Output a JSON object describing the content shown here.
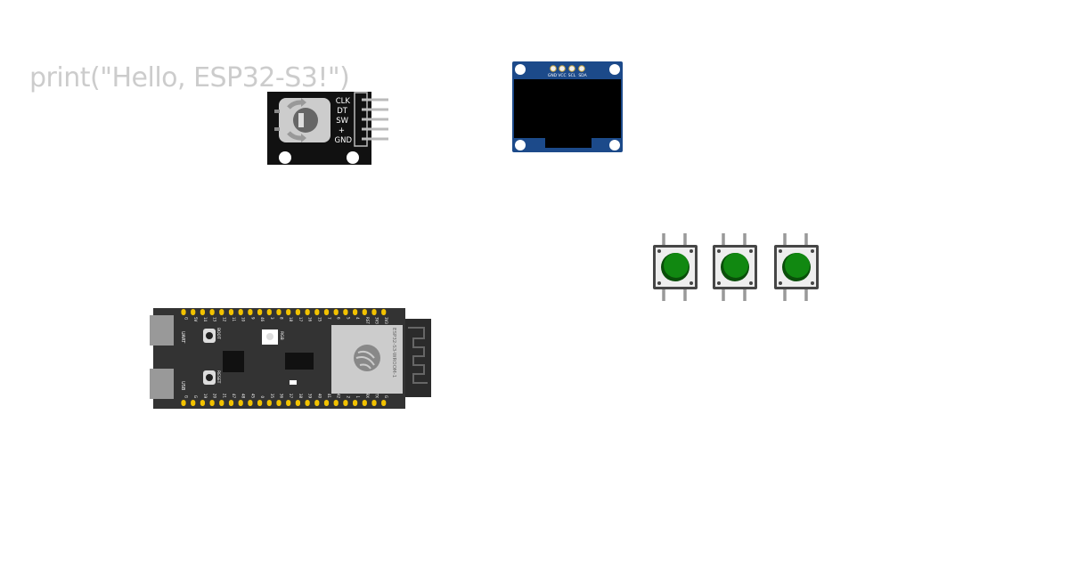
{
  "canvas": {
    "code_text": "print(\"Hello, ESP32-S3!\")"
  },
  "encoder": {
    "pins": [
      "CLK",
      "DT",
      "SW",
      "+",
      "GND"
    ]
  },
  "oled": {
    "pins": [
      "GND",
      "VCC",
      "SCL",
      "SDA"
    ]
  },
  "esp32": {
    "module_label": "ESP32-S3-WROOM-1",
    "top_pins": [
      "G",
      "5V",
      "14",
      "13",
      "12",
      "11",
      "10",
      "9",
      "46",
      "3",
      "8",
      "18",
      "17",
      "16",
      "15",
      "7",
      "6",
      "5",
      "4",
      "RST",
      "3V3",
      "3V3"
    ],
    "bottom_pins": [
      "G",
      "G",
      "19",
      "20",
      "21",
      "47",
      "48",
      "45",
      "0",
      "35",
      "36",
      "37",
      "38",
      "39",
      "40",
      "41",
      "42",
      "2",
      "1",
      "RX",
      "TX",
      "G"
    ],
    "left_labels": [
      "UART",
      "USB"
    ],
    "button_labels": [
      "BOOT",
      "RESET"
    ],
    "led_label": "RGB"
  },
  "buttons": {
    "count": 3,
    "cap_color": "#118811"
  }
}
